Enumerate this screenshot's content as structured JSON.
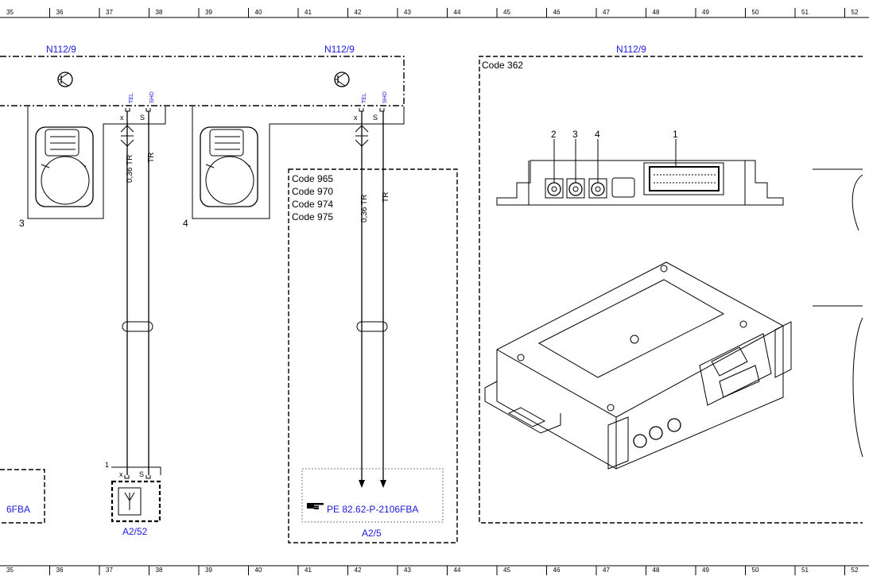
{
  "ruler": {
    "top": [
      "35",
      "36",
      "37",
      "38",
      "39",
      "40",
      "41",
      "42",
      "43",
      "44",
      "45",
      "46",
      "47",
      "48",
      "49",
      "50",
      "51",
      "52"
    ],
    "bottom": [
      "35",
      "36",
      "37",
      "38",
      "39",
      "40",
      "41",
      "42",
      "43",
      "44",
      "45",
      "46",
      "47",
      "48",
      "49",
      "50",
      "51",
      "52"
    ]
  },
  "components": {
    "n112_left": "N112/9",
    "n112_center": "N112/9",
    "n112_right": "N112/9",
    "a2_52": "A2/52",
    "a2_5": "A2/5"
  },
  "codes": {
    "right_box": "Code 362",
    "center_box": [
      "Code 965",
      "Code 970",
      "Code 974",
      "Code 975"
    ]
  },
  "pins": {
    "tel_left": "TEL",
    "shd_left": "SHD",
    "tel_center": "TEL",
    "shd_center": "SHD",
    "x_left": "x",
    "s_left": "S",
    "x_center": "x",
    "s_center": "S",
    "x_bottom": "x",
    "s_bottom": "S",
    "one_bottom": "1"
  },
  "wires": {
    "left_a": "0,36 TR",
    "left_b": "TR",
    "center_a": "0,36 TR",
    "center_b": "TR"
  },
  "items": {
    "item_3": "3",
    "item_4": "4"
  },
  "connector_numbers": [
    "2",
    "3",
    "4",
    "1"
  ],
  "references": {
    "center_ref": "PE 82.62-P-2106FBA",
    "left_ref": "6FBA",
    "ref_icon": "hand-pointer-icon"
  }
}
